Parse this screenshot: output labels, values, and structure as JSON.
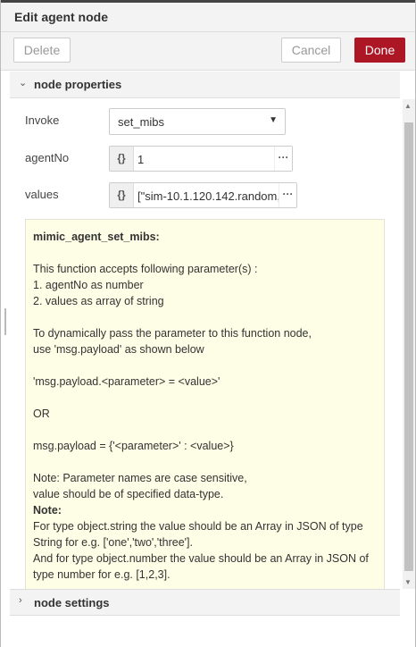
{
  "header": {
    "title": "Edit agent node"
  },
  "toolbar": {
    "delete_label": "Delete",
    "cancel_label": "Cancel",
    "done_label": "Done"
  },
  "sections": {
    "properties": {
      "label": "node properties",
      "chevron": "chevron-down-icon"
    },
    "settings": {
      "label": "node settings",
      "chevron": "chevron-right-icon"
    }
  },
  "fields": {
    "invoke": {
      "label": "Invoke",
      "value": "set_mibs"
    },
    "agentNo": {
      "label": "agentNo",
      "type": "{}",
      "value": "1"
    },
    "values": {
      "label": "values",
      "type": "{}",
      "value": "[\"sim-10.1.120.142.random,"
    }
  },
  "info": {
    "title": "mimic_agent_set_mibs:",
    "l1": "This function accepts following parameter(s) :",
    "l2": "1. agentNo as number",
    "l3": "2. values as array of string",
    "l4": "To dynamically pass the parameter to this function node,",
    "l5": "use 'msg.payload' as shown below",
    "l6": "'msg.payload.<parameter> = <value>'",
    "l7": "OR",
    "l8": "msg.payload = {'<parameter>' : <value>}",
    "l9": "Note: Parameter names are case sensitive,",
    "l10": "value should be of specified data-type.",
    "note_label": "Note:",
    "l11": "For type object.string the value should be an Array in JSON of type String for e.g. ['one','two','three'].",
    "l12": "And for type object.number the value should be an Array in JSON of type number for e.g. [1,2,3]."
  },
  "colors": {
    "done": "#ad1625",
    "info_bg": "#fefee6"
  }
}
